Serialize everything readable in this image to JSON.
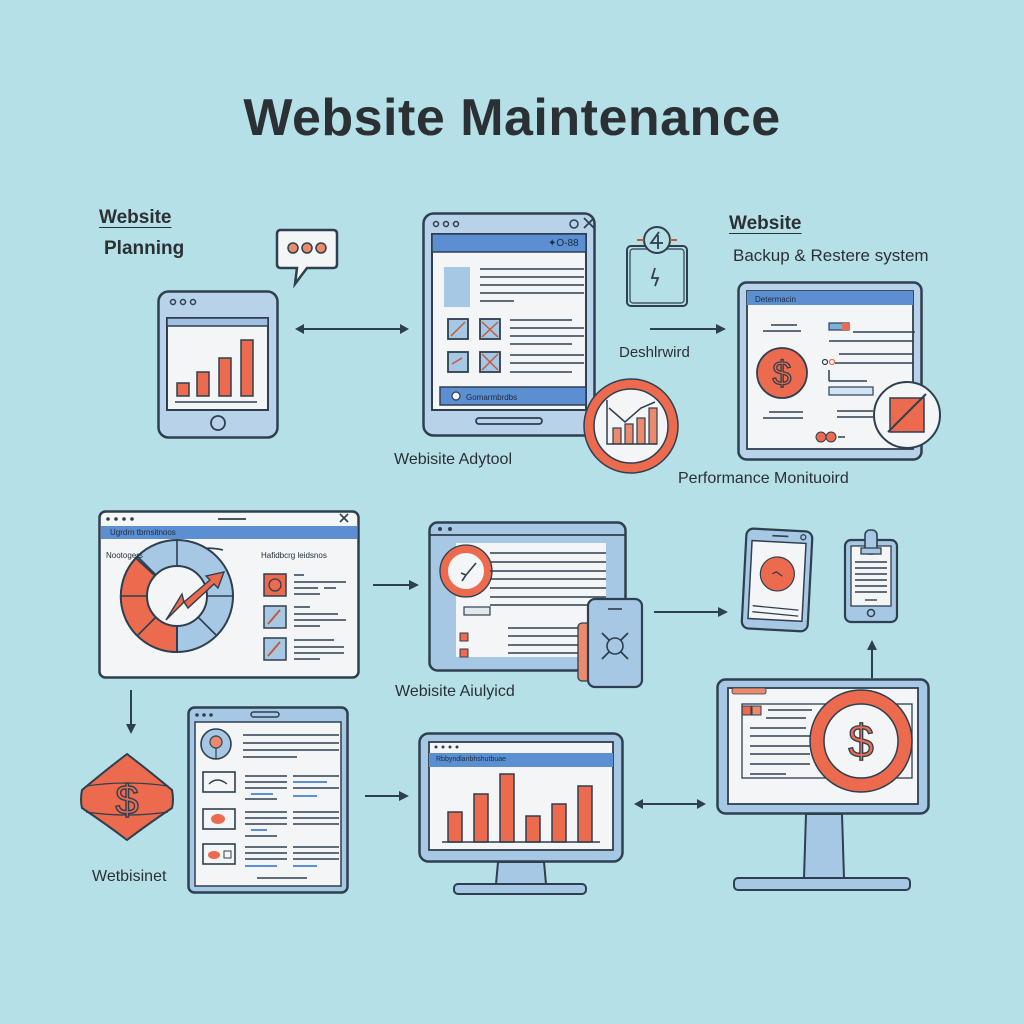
{
  "title": "Website Maintenance",
  "colors": {
    "background": "#b6e0e8",
    "outline": "#2e3f4f",
    "accent_orange": "#ec6a4e",
    "accent_blue": "#5b8fd1",
    "panel_blue": "#a7c8e4",
    "screen_white": "#f4f5f6"
  },
  "sections": {
    "planning": {
      "heading": "Website",
      "subheading": "Planning",
      "speech_icon": "speech-bubble-icon"
    },
    "analytics_tool": {
      "label": "Webisite Adytool",
      "header_icon_text": "✦O-88",
      "footer_bar": "Gomarmbrdbs"
    },
    "dashboard": {
      "label": "Deshlrwird"
    },
    "backup": {
      "heading": "Website",
      "subheading": "Backup & Restere system",
      "window_header": "Determacin"
    },
    "performance": {
      "label": "Performance Monituoird"
    },
    "analytics_window": {
      "header": "Ugrdrn tbrnsitnoos",
      "left_title": "Nootogers",
      "right_title": "Hafidbcrg leidsnos"
    },
    "analyzed": {
      "label": "Webisite Aiulyicd"
    },
    "budget": {
      "label": "Wetbisinet"
    },
    "monitor_chart": {
      "header": "Rbbyndlanbhshutbuae",
      "bars": [
        45,
        68,
        92,
        37,
        55,
        77
      ]
    }
  },
  "chart_data": {
    "type": "bar",
    "title": "Website Maintenance (illustrative mini charts)",
    "series": [
      {
        "name": "planning-tablet-bars",
        "values": [
          25,
          45,
          68,
          100
        ]
      },
      {
        "name": "monitor-bars",
        "values": [
          45,
          68,
          92,
          37,
          55,
          77
        ]
      },
      {
        "name": "performance-circle-bars",
        "values": [
          40,
          50,
          60,
          80
        ]
      }
    ]
  }
}
